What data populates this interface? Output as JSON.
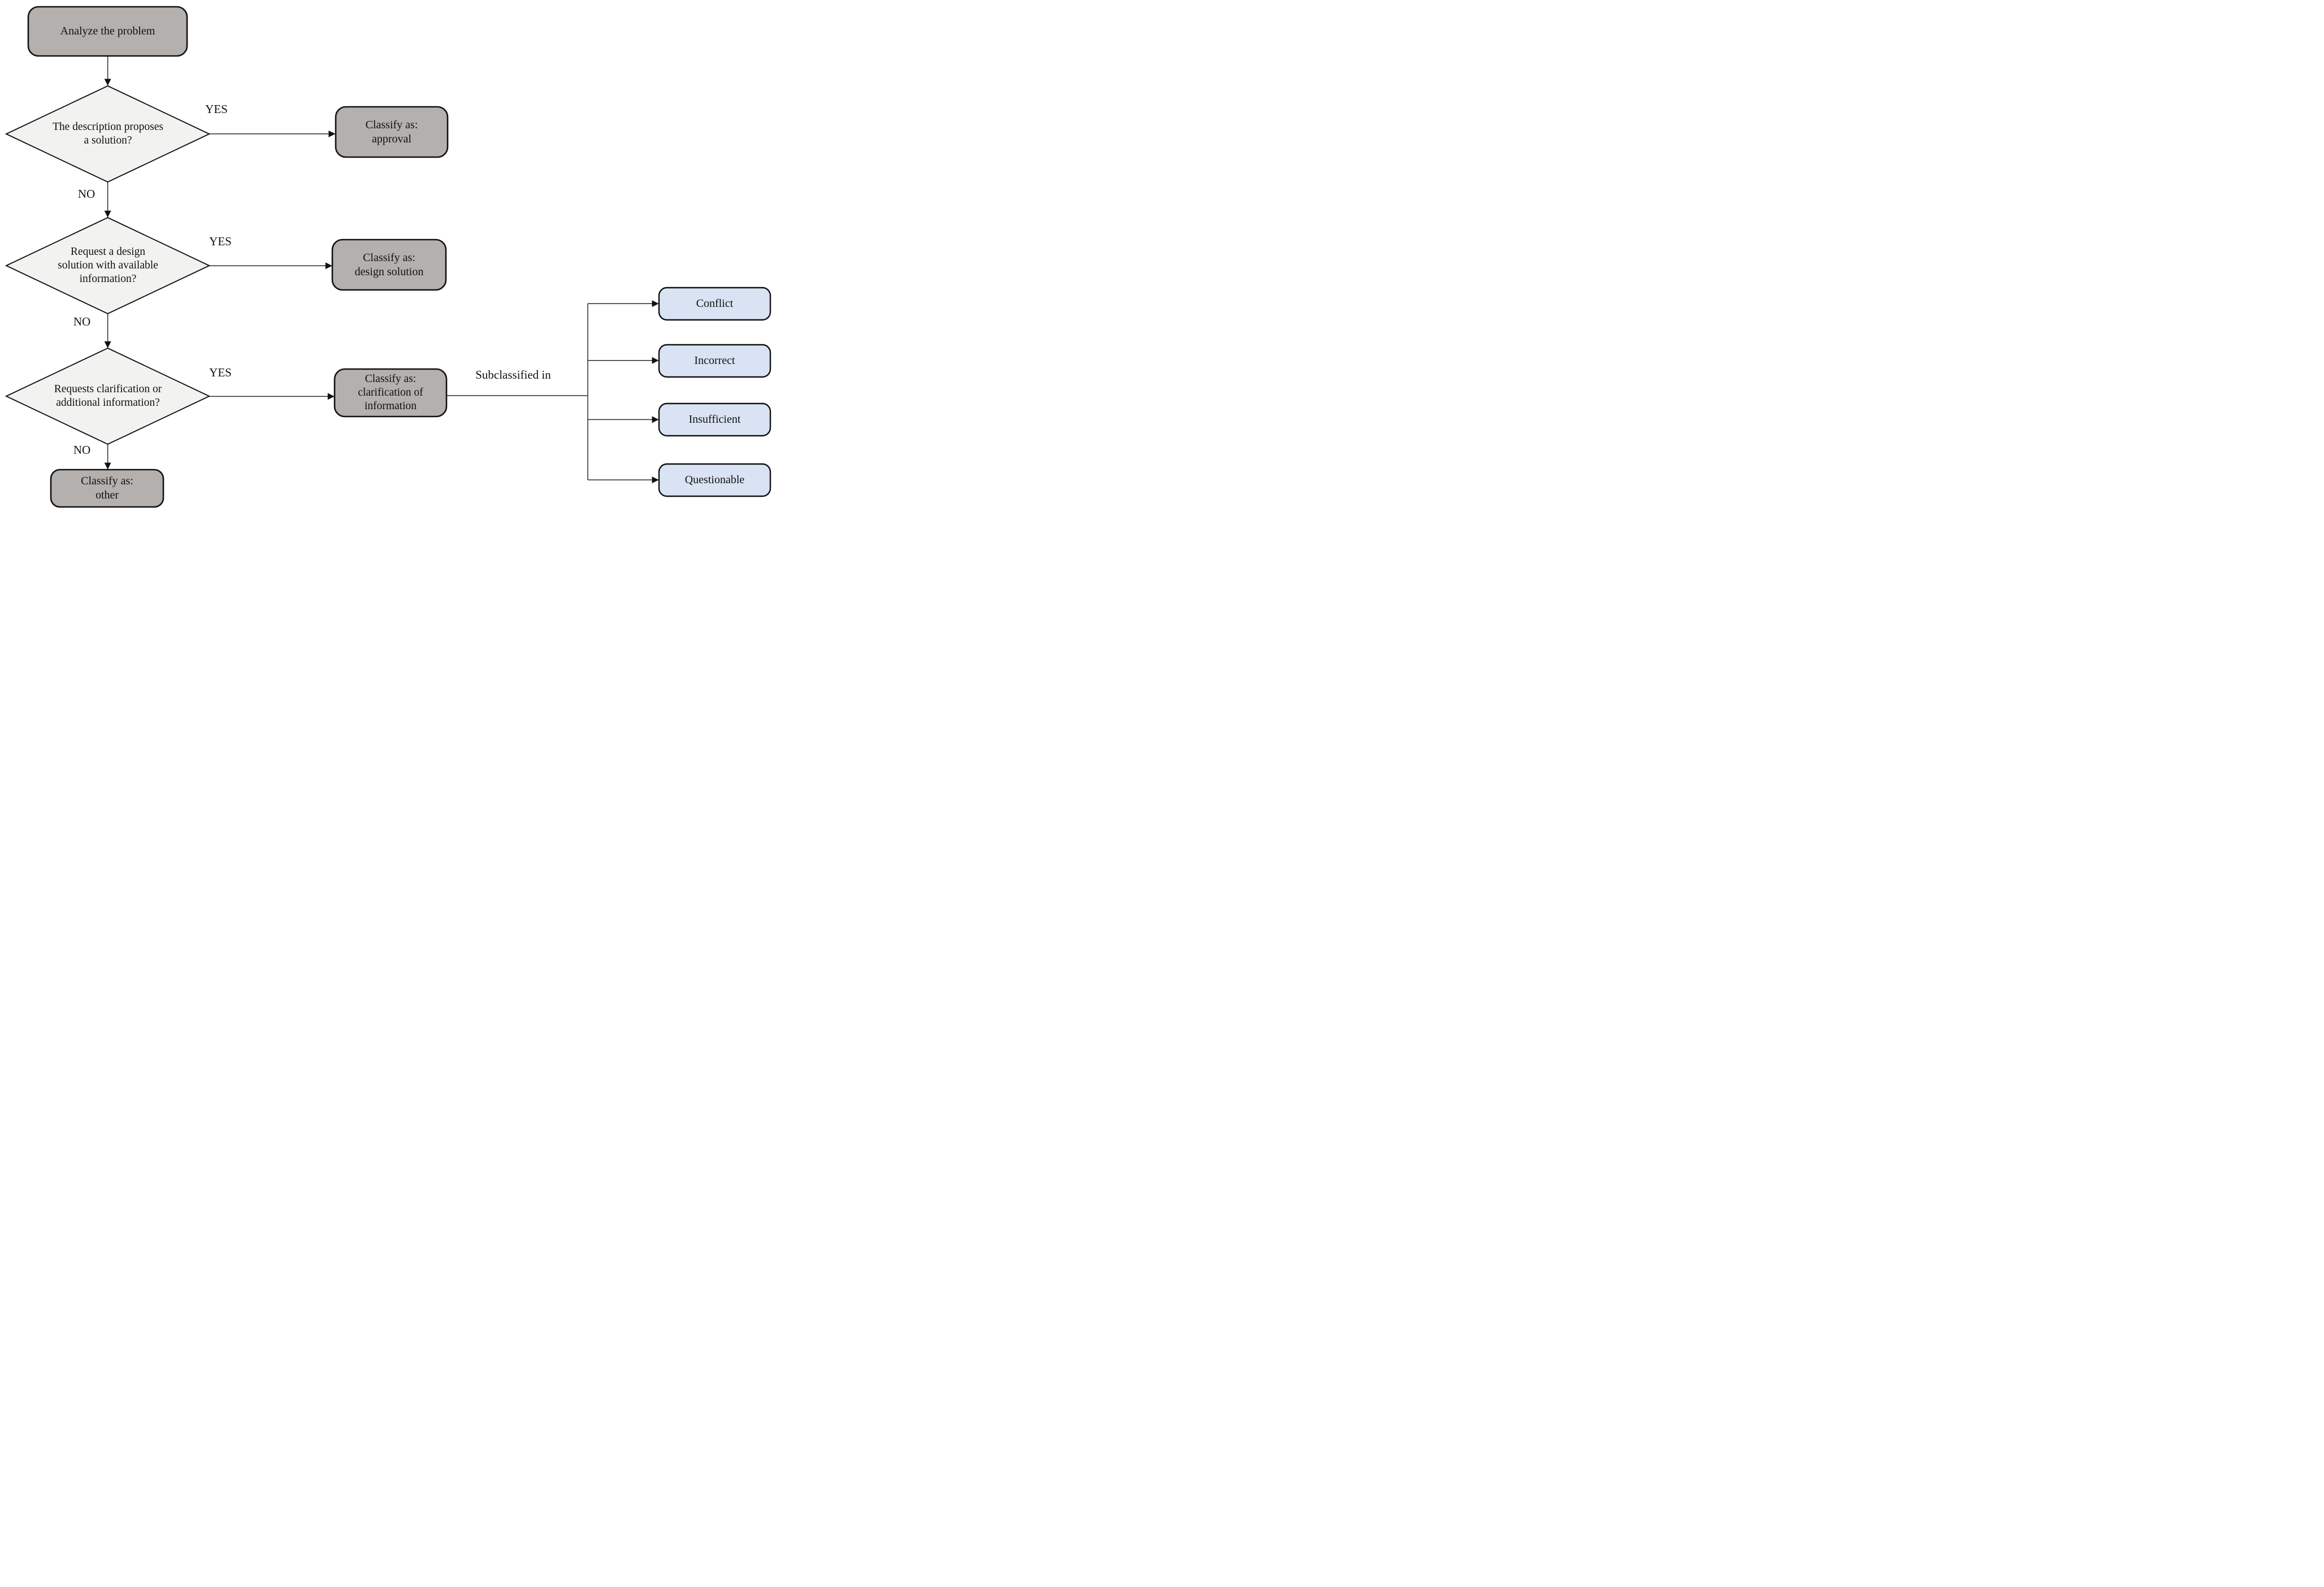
{
  "flowchart": {
    "start_label": "Analyze the problem",
    "decision1": {
      "question": "The description proposes\na solution?",
      "yes": "YES",
      "no": "NO"
    },
    "decision2": {
      "question": "Request a design\nsolution with available\ninformation?",
      "yes": "YES",
      "no": "NO"
    },
    "decision3": {
      "question": "Requests clarification or\nadditional information?",
      "yes": "YES",
      "no": "NO"
    },
    "outcome_approval": "Classify as:\napproval",
    "outcome_design": "Classify as:\ndesign solution",
    "outcome_clarification": "Classify as:\nclarification of\ninformation",
    "outcome_other": "Classify as:\nother",
    "subclassified_label": "Subclassified in",
    "subclass1": "Conflict",
    "subclass2": "Incorrect",
    "subclass3": "Insufficient",
    "subclass4": "Questionable"
  },
  "colors": {
    "process_fill": "#b3b0ad",
    "decision_fill": "#f2f2f1",
    "subclass_fill": "#dae3f3",
    "border": "#111111",
    "connector": "#2b2b2b",
    "background": "#ffffff",
    "text": "#111111"
  }
}
